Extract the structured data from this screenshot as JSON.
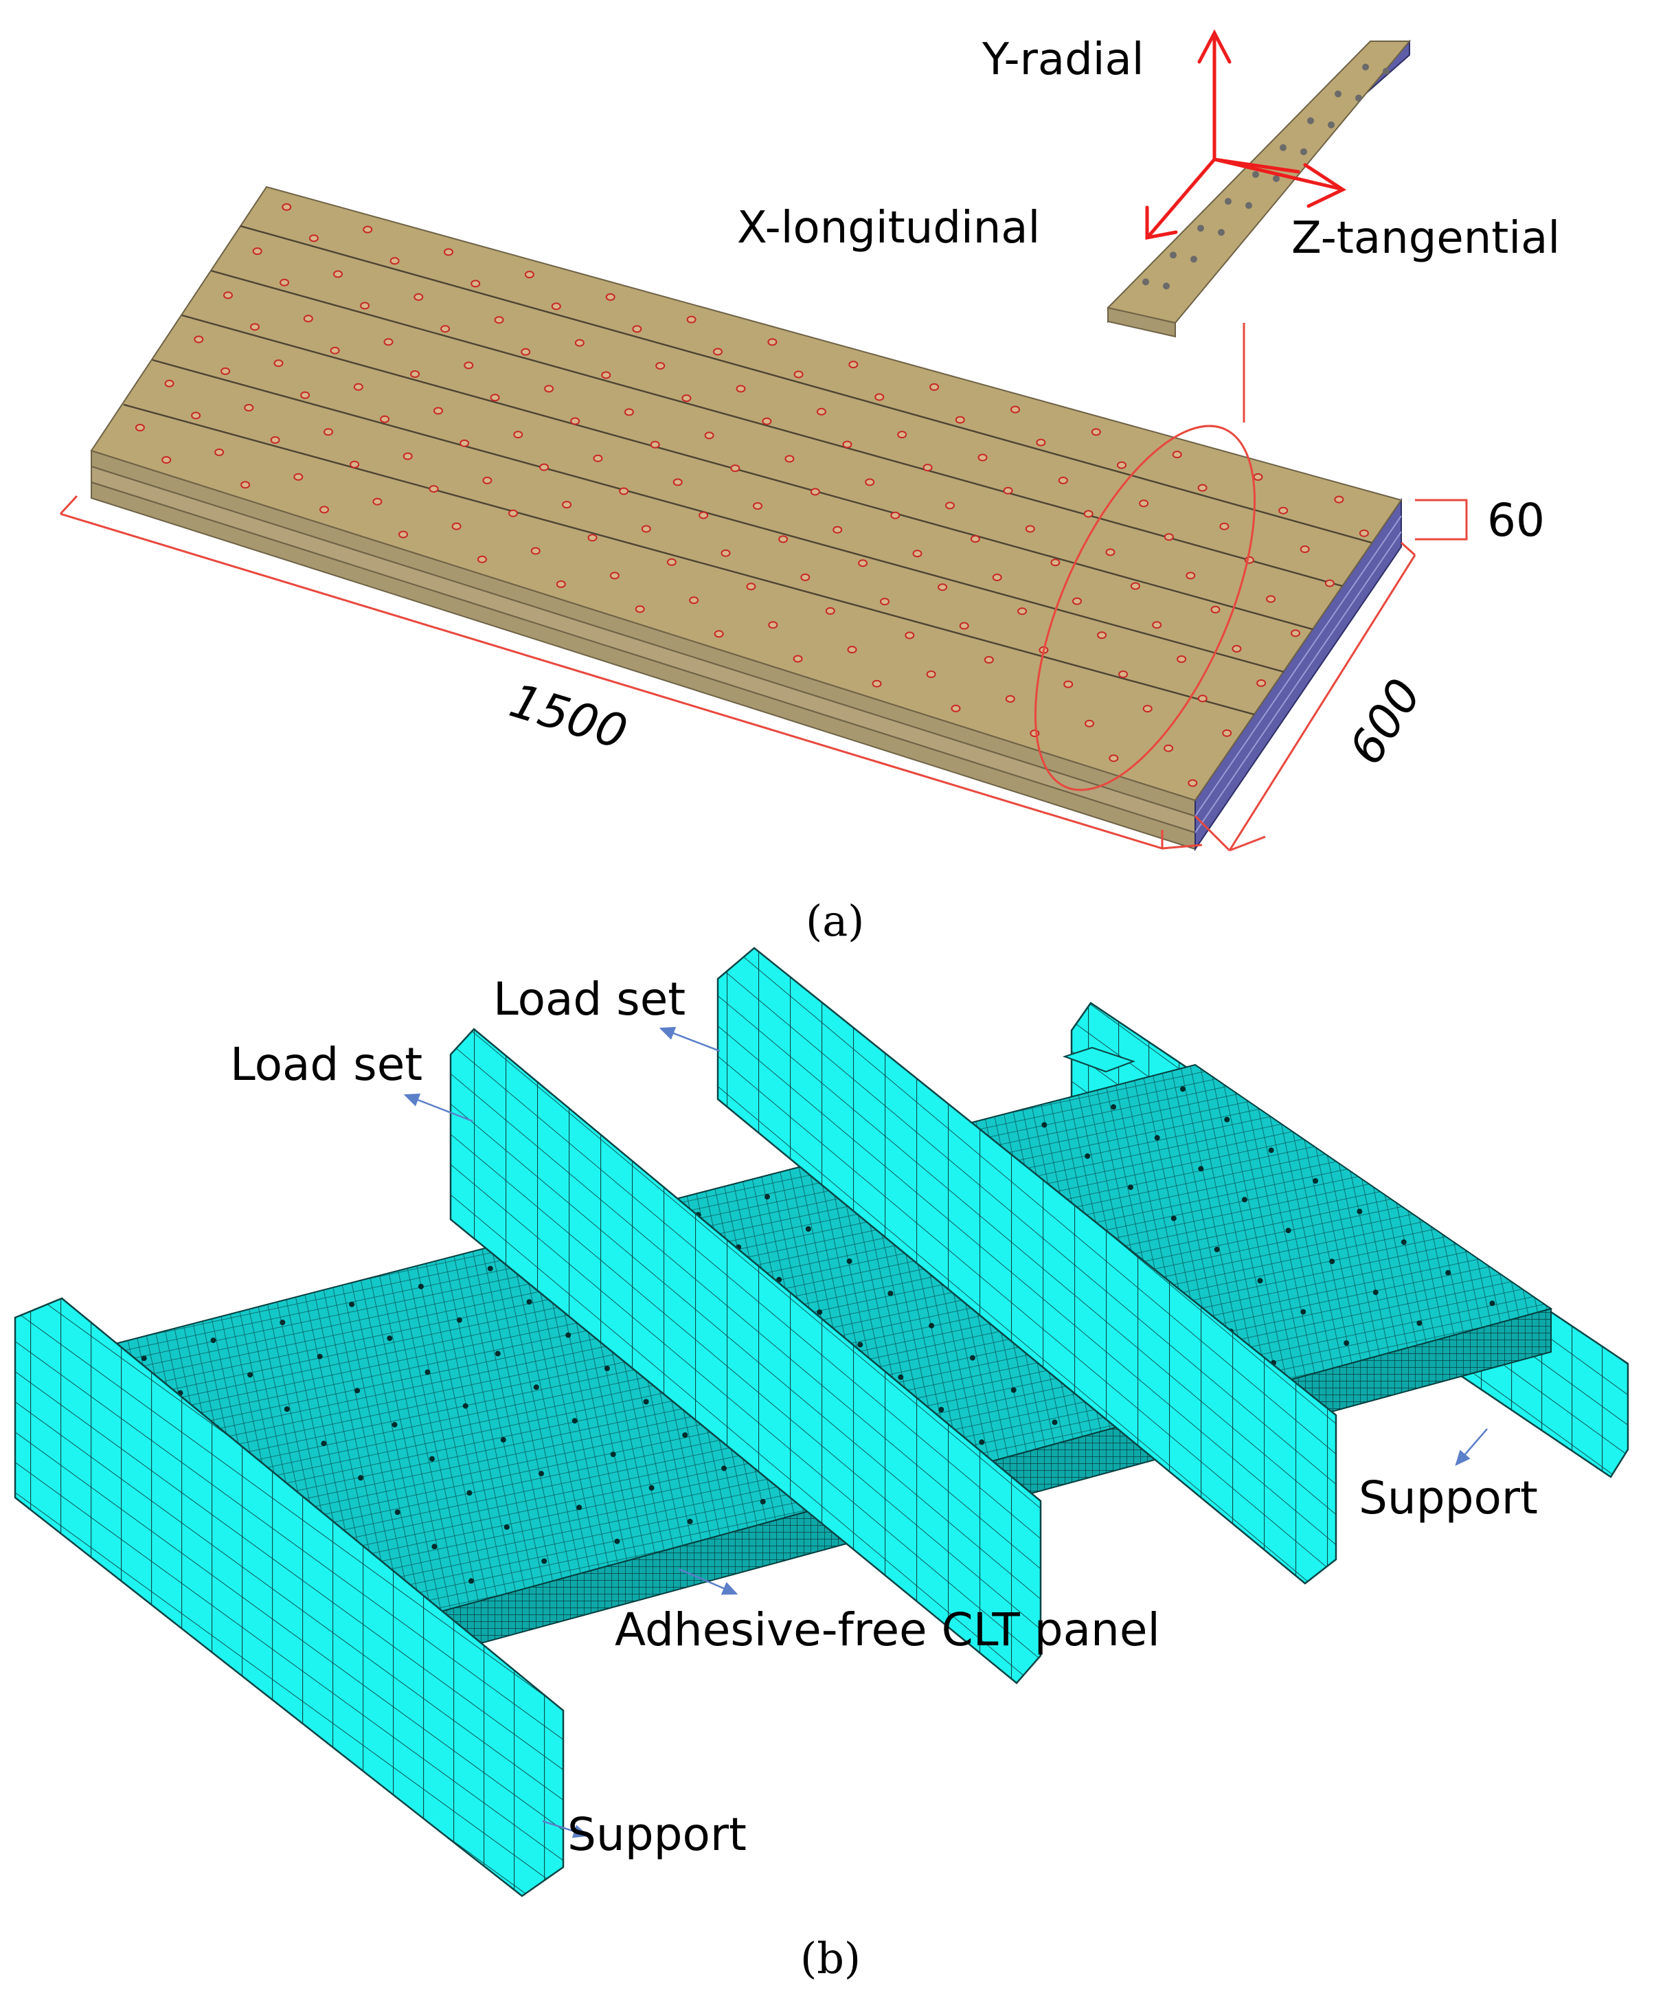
{
  "figure_a": {
    "caption": "(a)",
    "axes": {
      "y": "Y-radial",
      "x": "X-longitudinal",
      "z": "Z-tangential"
    },
    "dimensions": {
      "length": "1500",
      "width": "600",
      "thickness": "60"
    }
  },
  "figure_b": {
    "caption": "(b)",
    "labels": {
      "load_set_left": "Load set",
      "load_set_right": "Load set",
      "support_right": "Support",
      "support_left": "Support",
      "panel": "Adhesive-free CLT panel"
    }
  },
  "colors": {
    "wood_top": "#bba774",
    "wood_side": "#a39264",
    "laminate_blue": "#5a5aa8",
    "dimension_red": "#e8483e",
    "mesh_cyan": "#00ffff",
    "leader_blue": "#5b7fc9"
  }
}
